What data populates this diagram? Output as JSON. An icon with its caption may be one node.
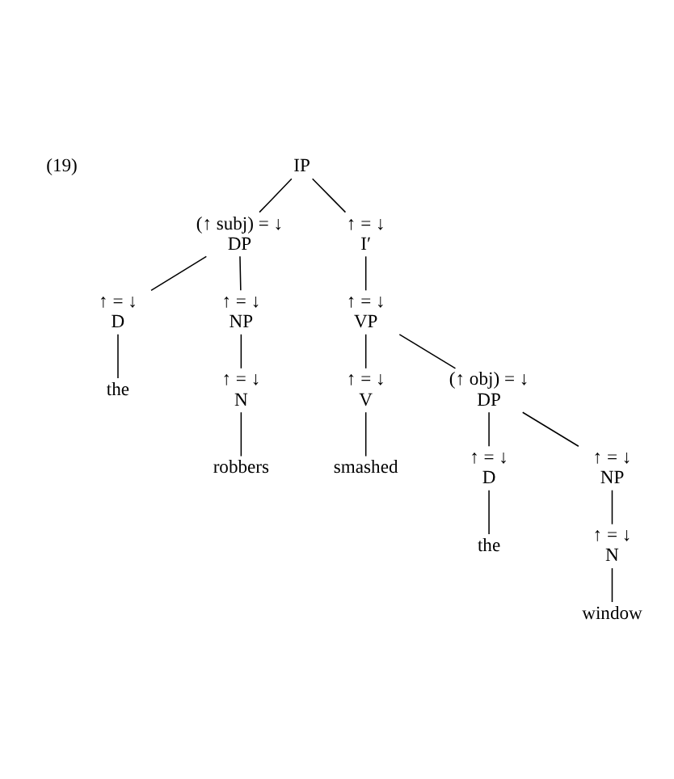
{
  "diagram": {
    "nodes": [
      {
        "text": [
          "IP"
        ]
      },
      {
        "text": [
          "(↑ subj) = ↓",
          "DP"
        ]
      },
      {
        "text": [
          "↑ = ↓",
          "D"
        ]
      },
      {
        "text": [
          "the"
        ]
      },
      {
        "text": [
          "↑ = ↓",
          "NP"
        ]
      },
      {
        "text": [
          "↑ = ↓",
          "N"
        ]
      },
      {
        "text": [
          "robbers"
        ]
      },
      {
        "text": [
          "↑ = ↓",
          "I′"
        ]
      },
      {
        "text": [
          "↑ = ↓",
          "VP"
        ]
      },
      {
        "text": [
          "↑ = ↓",
          "V"
        ]
      },
      {
        "text": [
          "smashed"
        ]
      },
      {
        "text": [
          "(↑ obj) = ↓",
          "DP"
        ]
      },
      {
        "text": [
          "↑ = ↓",
          "D"
        ]
      },
      {
        "text": [
          "the"
        ]
      },
      {
        "text": [
          "↑ = ↓",
          "NP"
        ]
      },
      {
        "text": [
          "↑ = ↓",
          "N"
        ]
      },
      {
        "text": [
          "window"
        ]
      }
    ],
    "edges": [
      {
        "from": 0,
        "to": 1,
        "arrow": "none"
      },
      {
        "from": 1,
        "to": 2,
        "arrow": "none"
      },
      {
        "from": 2,
        "to": 3,
        "arrow": "none"
      },
      {
        "from": 1,
        "to": 4,
        "arrow": "none"
      },
      {
        "from": 4,
        "to": 5,
        "arrow": "none"
      },
      {
        "from": 5,
        "to": 6,
        "arrow": "none"
      },
      {
        "from": 0,
        "to": 7,
        "arrow": "none"
      },
      {
        "from": 7,
        "to": 8,
        "arrow": "none"
      },
      {
        "from": 8,
        "to": 9,
        "arrow": "none"
      },
      {
        "from": 9,
        "to": 10,
        "arrow": "none"
      },
      {
        "from": 8,
        "to": 11,
        "arrow": "none"
      },
      {
        "from": 11,
        "to": 12,
        "arrow": "none"
      },
      {
        "from": 12,
        "to": 13,
        "arrow": "none"
      },
      {
        "from": 11,
        "to": 14,
        "arrow": "none"
      },
      {
        "from": 14,
        "to": 15,
        "arrow": "none"
      },
      {
        "from": 15,
        "to": 16,
        "arrow": "none"
      }
    ],
    "labels": [
      "(19)"
    ]
  }
}
